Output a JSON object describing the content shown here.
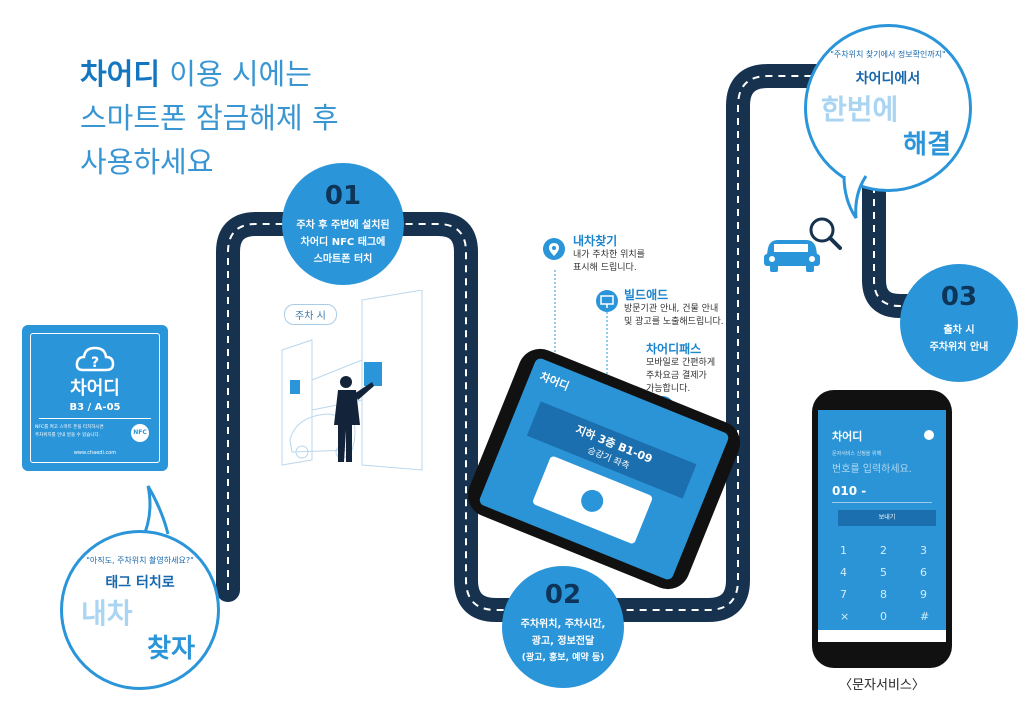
{
  "headline": {
    "brand": "차어디",
    "line1_rest": " 이용 시에는",
    "line2": "스마트폰 잠금해제 후",
    "line3": "사용하세요"
  },
  "steps": [
    {
      "num": "01",
      "lines": [
        "주차 후 주변에 설치된",
        "차어디 NFC 태그에",
        "스마트폰 터치"
      ]
    },
    {
      "num": "02",
      "lines": [
        "주차위치, 주차시간,",
        "광고, 정보전달",
        "(광고, 홍보, 예약 등)"
      ]
    },
    {
      "num": "03",
      "lines": [
        "출차 시",
        "주차위치 안내"
      ]
    }
  ],
  "bubble_left": {
    "quote": "\"아직도, 주차위치 촬영하세요?\"",
    "title": "태그 터치로",
    "big1": "내차",
    "big2": "찾자"
  },
  "bubble_right": {
    "quote": "\"주차위치 찾기에서 정보확인까지\"",
    "title": "차어디에서",
    "big1": "한번에",
    "big2": "해결"
  },
  "tag": {
    "brand": "차어디",
    "location": "B3 / A-05",
    "desc1": "NFC를 켜고 스마트 폰을 터치하시면",
    "desc2": "주차위치를 안내 받을 수 있습니다.",
    "nfc": "NFC",
    "url": "www.chaedi.com"
  },
  "parking_label": "주차 시",
  "features": [
    {
      "title": "내차찾기",
      "desc": [
        "내가 주차한 위치를",
        "표시해 드립니다."
      ]
    },
    {
      "title": "빌드애드",
      "desc": [
        "방문기관 안내, 건물 안내",
        "및 광고를 노출해드립니다."
      ]
    },
    {
      "title": "차어디패스",
      "desc": [
        "모바일로 간편하게",
        "주차요금 결제가",
        "가능합니다."
      ]
    }
  ],
  "phone1": {
    "brand": "차어디",
    "banner": "지하 3층 B1-09",
    "sub": "승강기 좌측"
  },
  "phone2": {
    "brand": "차어디",
    "hint": "문자서비스 신청을 위해",
    "placeholder": "번호를 입력하세요.",
    "value": "010 -",
    "button": "보내기",
    "keys": [
      "1",
      "2",
      "3",
      "4",
      "5",
      "6",
      "7",
      "8",
      "9",
      "×",
      "0",
      "#"
    ]
  },
  "sms_label": "〈문자서비스〉",
  "colors": {
    "primary": "#2b95d9",
    "dark": "#0e3458",
    "road": "#16324f"
  }
}
